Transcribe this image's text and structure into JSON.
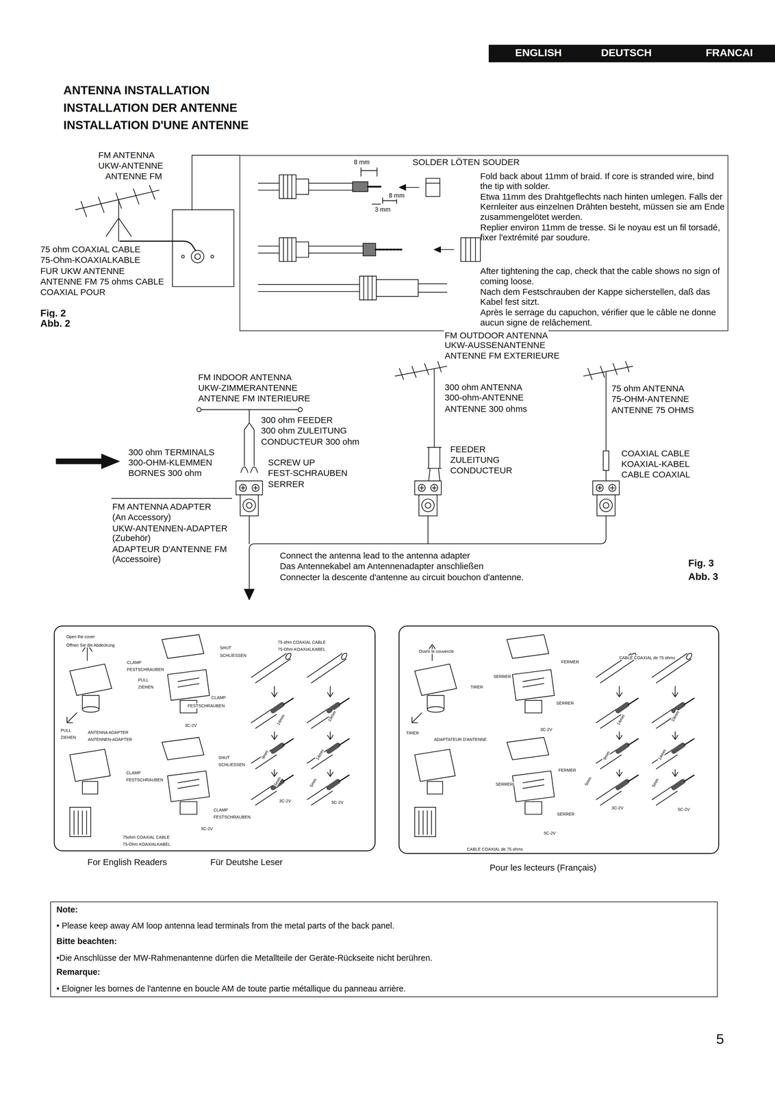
{
  "diagram": {
    "title": "ANTENNA INSTALLATION",
    "nodes": [
      {
        "text": [
          "Fold back about 11mm of braid. If core is stranded wire, bind the tip with solder.",
          "Etwa 11mm des Drahtgeflechts nach hinten umlegen. Falls der Kernleiter aus einzelnen Drähten besteht, müssen sie am Ende zusammengelötet werden.",
          "Replier environ 11mm de tresse. Si le noyau est un fil torsadé, fixer l'extrémité par soudure.",
          "After tightening the cap, check that the cable shows no sign of coming loose.",
          "Nach dem Festschrauben der Kappe sicherstellen, daß das Kabel fest sitzt.",
          "Après le serrage du capuchon, vérifier que le câble ne donne aucun signe de relâchement."
        ]
      },
      {
        "text": [
          "For English Readers",
          "Für Deutshe Leser"
        ]
      },
      {
        "text": [
          "Pour les lecteurs (Français)"
        ]
      },
      {
        "text": [
          "Note:",
          "• Please keep away AM loop antenna lead terminals from the metal parts of the back panel.",
          "Bitte beachten:",
          "•Die Anschlüsse der MW-Rahmenantenne dürfen die Metallteile der Geräte-Rückseite nicht berühren.",
          "Remarque:",
          "• Eloigner les bornes de l'antenne en boucle AM de toute partie métallique du panneau arrière."
        ]
      }
    ],
    "labels": [
      "ENGLISH",
      "DEUTSCH",
      "FRANCAI",
      "INSTALLATION DER ANTENNE",
      "INSTALLATION D'UNE ANTENNE",
      "FM ANTENNA",
      "UKW-ANTENNE",
      "ANTENNE FM",
      "75 ohm COAXIAL CABLE",
      "75-Ohm-KOAXIALKABLE",
      "FUR UKW ANTENNE",
      "ANTENNE FM 75 ohms CABLE",
      "COAXIAL POUR",
      "Fig. 2",
      "Abb. 2",
      "8 mm",
      "8 mm",
      "3 mm",
      "SOLDER LÖTEN SOUDER",
      "FM OUTDOOR ANTENNA",
      "UKW-AUSSENANTENNE",
      "ANTENNE FM EXTERIEURE",
      "FM INDOOR ANTENNA",
      "UKW-ZIMMERANTENNE",
      "ANTENNE FM INTERIEURE",
      "300 ohm FEEDER",
      "300 ohm ZULEITUNG",
      "CONDUCTEUR 300 ohm",
      "300 ohm TERMINALS",
      "300-OHM-KLEMMEN",
      "BORNES 300 ohm",
      "SCREW UP",
      "FEST-SCHRAUBEN",
      "SERRER",
      "FM ANTENNA ADAPTER",
      "(An Accessory)",
      "UKW-ANTENNEN-ADAPTER",
      "(Zubehör)",
      "ADAPTEUR D'ANTENNE FM",
      "(Accessoire)",
      "300 ohm ANTENNA",
      "300-ohm-ANTENNE",
      "ANTENNE 300 ohms",
      "FEEDER",
      "ZULEITUNG",
      "CONDUCTEUR",
      "75 ohm ANTENNA",
      "75-OHM-ANTENNE",
      "ANTENNE 75 OHMS",
      "COAXIAL CABLE",
      "KOAXIAL-KABEL",
      "CABLE COAXIAL",
      "Connect the antenna lead to the antenna adapter",
      "Das Antennekabel am Antennenadapter anschließen",
      "Connecter la descente d'antenne au circuit bouchon d'antenne.",
      "Fig. 3",
      "Abb. 3",
      "Open the cover",
      "Öffnen Sie die Abdeckung",
      "CLAMP",
      "FESTSCHRAUBEN",
      "PULL",
      "ZIEHEN",
      "SHUT",
      "SCHLIESSEN",
      "75 ohm COAXIAL CABLE",
      "75-Ohm KOAXIALKABEL",
      "CLAMP",
      "FESTSCHRAUBEN",
      "14mm",
      "19mm",
      "3C-2V",
      "PULL",
      "ZIEHEN",
      "ANTENNA ADAPTER",
      "ANTENNEN-ADAPTER",
      "9mm",
      "14mm",
      "SHUT",
      "SCHLIESSEN",
      "CLAMP",
      "FESTSCHRAUBEN",
      "5mm",
      "5mm",
      "3C-2V",
      "5C-2V",
      "CLAMP",
      "FESTSCHRAUBEN",
      "5C-2V",
      "75ohm COAXIAL CABLE",
      "75-Ohm KOAXIALKABEL",
      "Ouvrir le couvercle",
      "FERMER",
      "CABLE COAXIAL de 75 ohms",
      "SERRER",
      "TIRER",
      "SERRER",
      "14mm",
      "19mm",
      "3C-2V",
      "TIRER",
      "ADAPTATEUR D'ANTENNE",
      "9mm",
      "14mm",
      "FERMER",
      "SERRER",
      "5mm",
      "5mm",
      "SERRER",
      "3C-2V",
      "5C-2V",
      "5C-2V",
      "CABLE COAXIAL de 75 ohms",
      "5"
    ]
  }
}
